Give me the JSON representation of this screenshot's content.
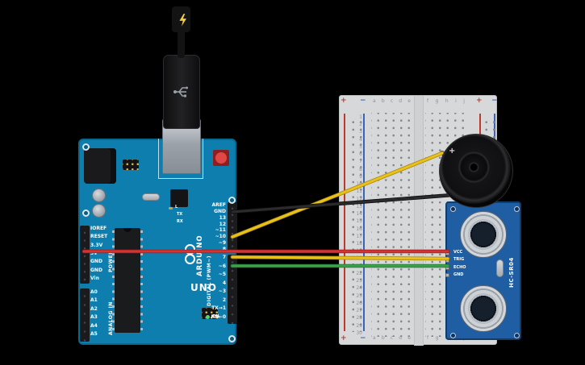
{
  "scene": {
    "background": "#000000"
  },
  "arduino": {
    "brand": "ARDUINO",
    "model": "UNO",
    "board_color": "#0e7eae",
    "labels": {
      "digital": "DIGITAL (PWM~)",
      "power": "POWER",
      "analog": "ANALOG IN",
      "on": "ON",
      "l": "L",
      "tx": "TX",
      "rx": "RX"
    },
    "digital_pins_upper": [
      "AREF",
      "GND",
      "13",
      "12",
      "~11",
      "~10",
      "~9",
      "8"
    ],
    "digital_pins_lower": [
      "7",
      "~6",
      "~5",
      "4",
      "~3",
      "2",
      "TX→1",
      "RX←0"
    ],
    "power_pins": [
      "IOREF",
      "RESET",
      "3.3V",
      "5V",
      "GND",
      "GND",
      "Vin"
    ],
    "analog_pins": [
      "A0",
      "A1",
      "A2",
      "A3",
      "A4",
      "A5"
    ]
  },
  "breadboard": {
    "rail_positive_mark": "+",
    "rail_negative_mark": "−",
    "rail_positive_color": "#c0392b",
    "rail_negative_color": "#3a62b8",
    "columns_left": [
      "a",
      "b",
      "c",
      "d",
      "e"
    ],
    "columns_right": [
      "f",
      "g",
      "h",
      "i",
      "j"
    ],
    "rows": [
      "1",
      "2",
      "3",
      "4",
      "5",
      "6",
      "7",
      "8",
      "9",
      "10",
      "11",
      "12",
      "13",
      "14",
      "15",
      "16",
      "17",
      "18",
      "19",
      "20",
      "21",
      "22",
      "23",
      "24",
      "25",
      "26",
      "27",
      "28",
      "29",
      "30"
    ]
  },
  "buzzer": {
    "positive_mark": "+",
    "body_color": "#151517"
  },
  "sensor": {
    "name": "HC-SR04",
    "board_color": "#1f5ea3",
    "pins": [
      "VCC",
      "TRIG",
      "ECHO",
      "GND"
    ]
  },
  "icons": [
    "lightning-bolt-icon",
    "usb-trident-icon"
  ],
  "wires": [
    {
      "name": "buzzer-signal-wire",
      "color": "#e8c21a",
      "edge": "#a8860b",
      "points": [
        [
          288,
          294
        ],
        [
          548,
          190
        ]
      ]
    },
    {
      "name": "buzzer-ground-wire",
      "color": "#2b2b2d",
      "edge": "#0c0c0d",
      "points": [
        [
          288,
          263
        ],
        [
          626,
          237
        ]
      ]
    },
    {
      "name": "sensor-vcc-wire",
      "color": "#d23434",
      "edge": "#952020",
      "points": [
        [
          104,
          312
        ],
        [
          555,
          312
        ]
      ]
    },
    {
      "name": "sensor-trig-wire",
      "color": "#e8c21a",
      "edge": "#a8860b",
      "points": [
        [
          288,
          319
        ],
        [
          555,
          321
        ]
      ]
    },
    {
      "name": "sensor-echo-wire",
      "color": "#3aa34a",
      "edge": "#237032",
      "points": [
        [
          288,
          330
        ],
        [
          555,
          330
        ]
      ]
    }
  ]
}
